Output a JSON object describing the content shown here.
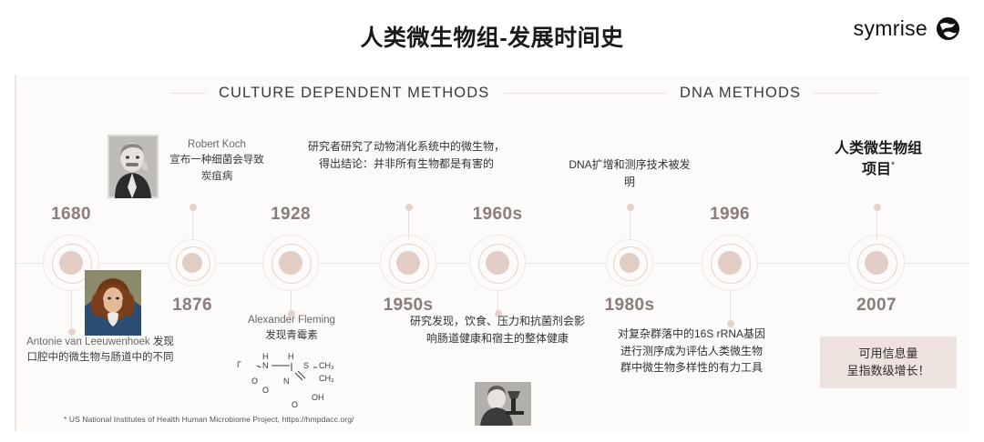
{
  "header": {
    "title": "人类微生物组-发展时间史",
    "brand_word": "symrise",
    "brand_icon": "globe-icon"
  },
  "sections": [
    {
      "id": "culture",
      "label": "CULTURE DEPENDENT METHODS"
    },
    {
      "id": "dna",
      "label": "DNA METHODS"
    }
  ],
  "timeline": {
    "nodes": [
      {
        "year": "1680",
        "position": "above"
      },
      {
        "year": "1876",
        "position": "below"
      },
      {
        "year": "1928",
        "position": "above"
      },
      {
        "year": "1950s",
        "position": "below"
      },
      {
        "year": "1960s",
        "position": "above"
      },
      {
        "year": "1980s",
        "position": "below"
      },
      {
        "year": "1996",
        "position": "above"
      },
      {
        "year": "2007",
        "position": "below"
      }
    ]
  },
  "events": {
    "leeuwenhoek": {
      "name": "Antonie van Leeuwenhoek",
      "text": "发现",
      "line2": "口腔中的微生物与肠道中的不同",
      "photo": "leeuwenhoek-portrait"
    },
    "koch": {
      "name": "Robert Koch",
      "line1": "宣布一种细菌会导致",
      "line2": "炭疽病",
      "photo": "robert-koch-portrait"
    },
    "animal_digestion": {
      "line1": "研究者研究了动物消化系统中的微生物，",
      "line2": "得出结论：并非所有生物都是有害的"
    },
    "fleming": {
      "name": "Alexander Fleming",
      "line1": "发现青霉素",
      "diagram": "penicillin-structure"
    },
    "gut_health": {
      "line1": "研究发现，饮食、压力和抗菌剂会影",
      "line2": "响肠道健康和宿主的整体健康",
      "photo": "scientist-microscope-photo"
    },
    "dna_sequencing": {
      "line1": "DNA扩增和测序技术被发",
      "line2": "明"
    },
    "rrna": {
      "line1": "对复杂群落中的16S rRNA基因",
      "line2": "进行测序成为评估人类微生物",
      "line3": "群中微生物多样性的有力工具"
    },
    "hmp": {
      "line1": "人类微生物组",
      "line2": "项目",
      "asterisk": "*"
    }
  },
  "callout": {
    "line1": "可用信息量",
    "line2": "呈指数级增长！"
  },
  "footnote": "* US National Institutes of Health Human Microbiome Project, https://hmpdacc.org/",
  "colors": {
    "accent_dot": "#e2cdc4",
    "ring": "#e8cfc6",
    "panel_bg": "#fdfbfa",
    "callout_bg": "#eee2de",
    "year_text": "#8a7c78"
  }
}
